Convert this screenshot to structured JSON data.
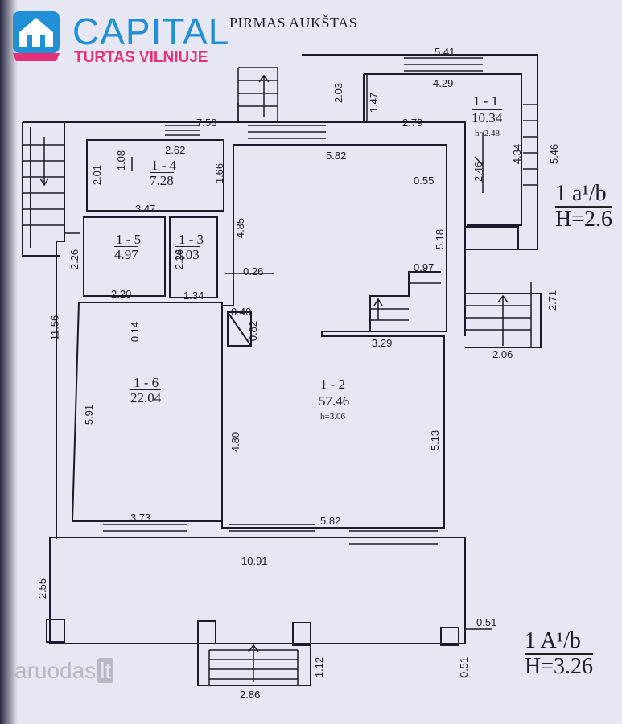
{
  "logo": {
    "name": "CAPITAL",
    "tagline": "TURTAS VILNIUJE"
  },
  "title": "PIRMAS AUKŠTAS",
  "rooms": [
    {
      "id": "1 - 1",
      "area": "10.34",
      "height": "h=2.48"
    },
    {
      "id": "1 - 2",
      "area": "57.46",
      "height": "h=3.06"
    },
    {
      "id": "1 - 3",
      "area": "3.03"
    },
    {
      "id": "1 - 4",
      "area": "7.28"
    },
    {
      "id": "1 - 5",
      "area": "4.97"
    },
    {
      "id": "1 - 6",
      "area": "22.04"
    }
  ],
  "dimensions": {
    "d541": "5.41",
    "d429": "4.29",
    "d203": "2.03",
    "d147": "1.47",
    "d279": "2.79",
    "d756": "7.56",
    "d262": "2.62",
    "d582a": "5.82",
    "d108": "1.08",
    "d201": "2.01",
    "d166": "1.66",
    "d347": "3.47",
    "d485": "4.85",
    "d055": "0.55",
    "d246": "2.46",
    "d434": "4.34",
    "d546": "5.46",
    "d518": "5.18",
    "d226a": "2.26",
    "d226b": "2.26",
    "d026": "0.26",
    "d097": "0.97",
    "d220": "2.20",
    "d134": "1.34",
    "d040": "0.40",
    "d082": "0.82",
    "d014": "0.14",
    "d1156": "11.56",
    "d271": "2.71",
    "d329": "3.29",
    "d206": "2.06",
    "d591": "5.91",
    "d480": "4.80",
    "d513": "5.13",
    "d373": "3.73",
    "d582b": "5.82",
    "d1091": "10.91",
    "d255": "2.55",
    "d051a": "0.51",
    "d051b": "0.51",
    "d112": "1.12",
    "d286": "2.86"
  },
  "legend_a": {
    "top": "1 a¹/b",
    "bottom": "H=2.6"
  },
  "legend_b": {
    "top": "1 A¹/b",
    "bottom": "H=3.26"
  },
  "watermark": {
    "text": "aruodas",
    "suffix": "lt"
  }
}
